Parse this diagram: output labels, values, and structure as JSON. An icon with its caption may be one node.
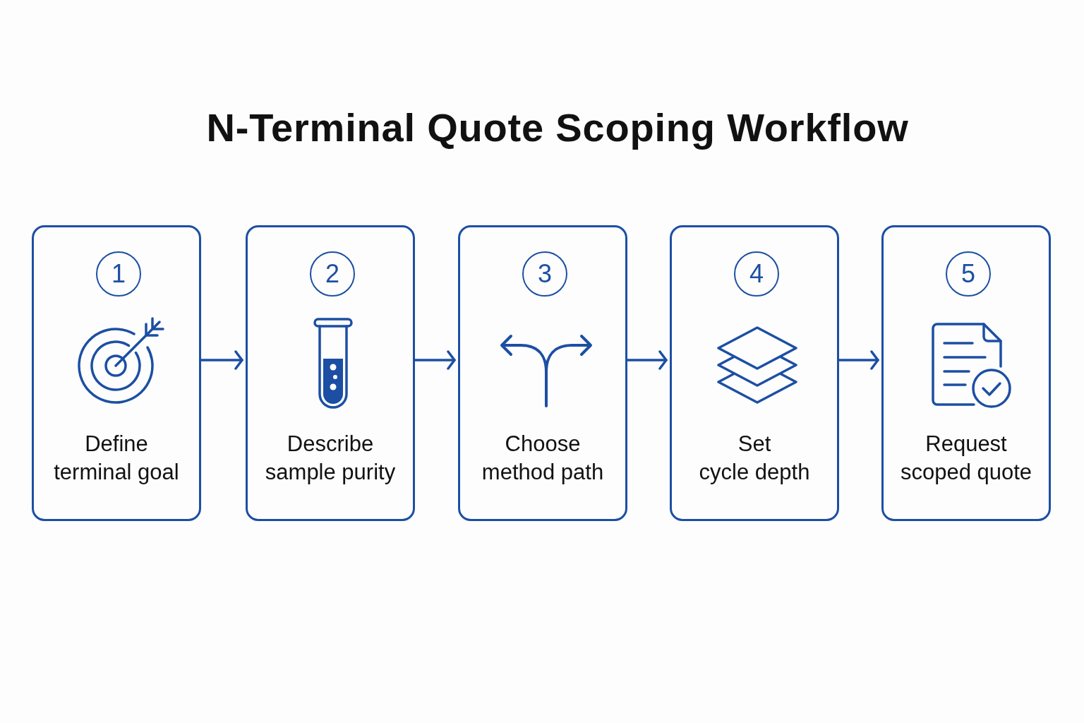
{
  "diagram": {
    "title": "N-Terminal Quote Scoping Workflow",
    "nodes": [
      {
        "text": [
          "Define terminal goal"
        ]
      },
      {
        "text": [
          "1"
        ],
        "in": 0
      },
      {
        "text": [
          "Describe sample purity"
        ]
      },
      {
        "text": [
          "2"
        ],
        "in": 2
      },
      {
        "text": [
          "Choose method path"
        ]
      },
      {
        "text": [
          "3"
        ],
        "in": 4
      },
      {
        "text": [
          "Set cycle depth"
        ]
      },
      {
        "text": [
          "4"
        ],
        "in": 6
      },
      {
        "text": [
          "Request scoped quote"
        ]
      },
      {
        "text": [
          "5"
        ],
        "in": 8
      }
    ],
    "edges": [
      {
        "from": 0,
        "to": 2,
        "arrow": "to"
      },
      {
        "from": 2,
        "to": 4,
        "arrow": "to"
      },
      {
        "from": 4,
        "to": 6,
        "arrow": "to"
      },
      {
        "from": 6,
        "to": 8,
        "arrow": "to"
      }
    ]
  }
}
